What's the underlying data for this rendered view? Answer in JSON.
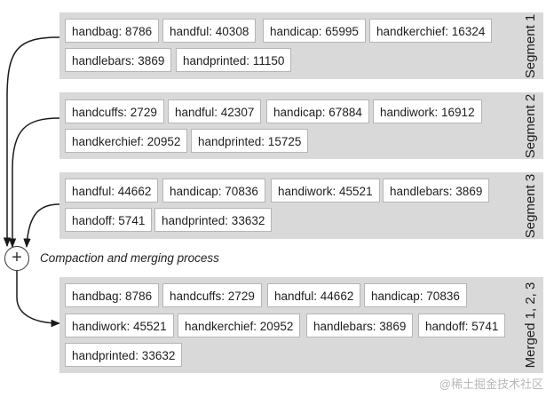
{
  "segments": [
    {
      "label": "Segment 1",
      "rows": [
        [
          {
            "text": "handbag: 8786"
          },
          {
            "text": "handful: 40308"
          },
          {
            "text": "handicap: 65995"
          },
          {
            "text": "handkerchief: 16324"
          }
        ],
        [
          {
            "text": "handlebars: 3869"
          },
          {
            "text": "handprinted: 11150"
          }
        ]
      ]
    },
    {
      "label": "Segment 2",
      "rows": [
        [
          {
            "text": "handcuffs: 2729"
          },
          {
            "text": "handful: 42307"
          },
          {
            "text": "handicap: 67884"
          },
          {
            "text": "handiwork: 16912"
          }
        ],
        [
          {
            "text": "handkerchief: 20952"
          },
          {
            "text": "handprinted: 15725"
          }
        ]
      ]
    },
    {
      "label": "Segment 3",
      "rows": [
        [
          {
            "text": "handful: 44662"
          },
          {
            "text": "handicap: 70836"
          },
          {
            "text": "handiwork: 45521"
          },
          {
            "text": "handlebars: 3869"
          }
        ],
        [
          {
            "text": "handoff: 5741"
          },
          {
            "text": "handprinted: 33632"
          }
        ]
      ]
    },
    {
      "label": "Merged 1, 2, 3",
      "rows": [
        [
          {
            "text": "handbag: 8786"
          },
          {
            "text": "handcuffs: 2729"
          },
          {
            "text": "handful: 44662"
          },
          {
            "text": "handicap: 70836"
          }
        ],
        [
          {
            "text": "handiwork: 45521"
          },
          {
            "text": "handkerchief: 20952"
          },
          {
            "text": "handlebars: 3869"
          },
          {
            "text": "handoff: 5741"
          }
        ],
        [
          {
            "text": "handprinted: 33632"
          }
        ]
      ]
    }
  ],
  "process": {
    "symbol": "+",
    "label": "Compaction and merging process"
  },
  "watermark": "@稀土掘金技术社区",
  "colors": {
    "segment_bg": "#d9d9d9",
    "cell_border": "#b5b5b5",
    "arrow": "#1a1a1a"
  }
}
